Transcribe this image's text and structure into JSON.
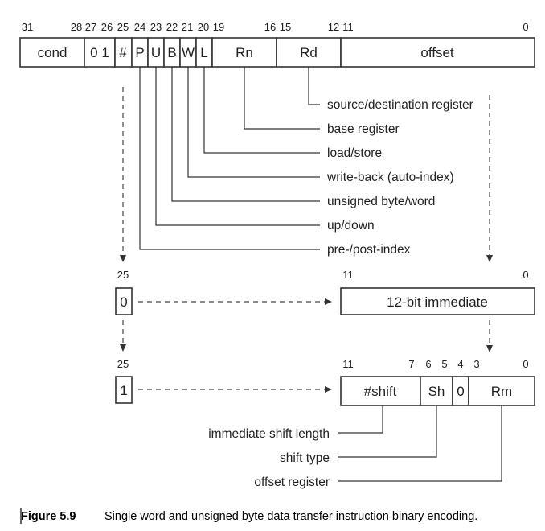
{
  "top_register": {
    "bit_numbers": [
      "31",
      "28",
      "27",
      "26",
      "25",
      "24",
      "23",
      "22",
      "21",
      "20",
      "19",
      "16",
      "15",
      "12",
      "11",
      "0"
    ],
    "fields": {
      "cond": "cond",
      "bits_01": "0 1",
      "hash": "#",
      "P": "P",
      "U": "U",
      "B": "B",
      "W": "W",
      "L": "L",
      "Rn": "Rn",
      "Rd": "Rd",
      "offset": "offset"
    }
  },
  "field_labels": {
    "source_destination": "source/destination register",
    "base_register": "base register",
    "load_store": "load/store",
    "write_back": "write-back (auto-index)",
    "unsigned_byte_word": "unsigned byte/word",
    "up_down": "up/down",
    "pre_post_index": "pre-/post-index"
  },
  "immediate_form": {
    "hash_bit_number": "25",
    "hash_value": "0",
    "bit_high": "11",
    "bit_low": "0",
    "field": "12-bit immediate"
  },
  "register_form": {
    "hash_bit_number": "25",
    "hash_value": "1",
    "bit_numbers": [
      "11",
      "7",
      "6",
      "5",
      "4",
      "3",
      "0"
    ],
    "fields": {
      "shift": "#shift",
      "sh": "Sh",
      "zero": "0",
      "rm": "Rm"
    },
    "labels": {
      "shift_length": "immediate shift length",
      "shift_type": "shift type",
      "offset_register": "offset register"
    }
  },
  "caption": {
    "number": "Figure 5.9",
    "text": "Single word and unsigned byte data transfer instruction binary encoding."
  }
}
